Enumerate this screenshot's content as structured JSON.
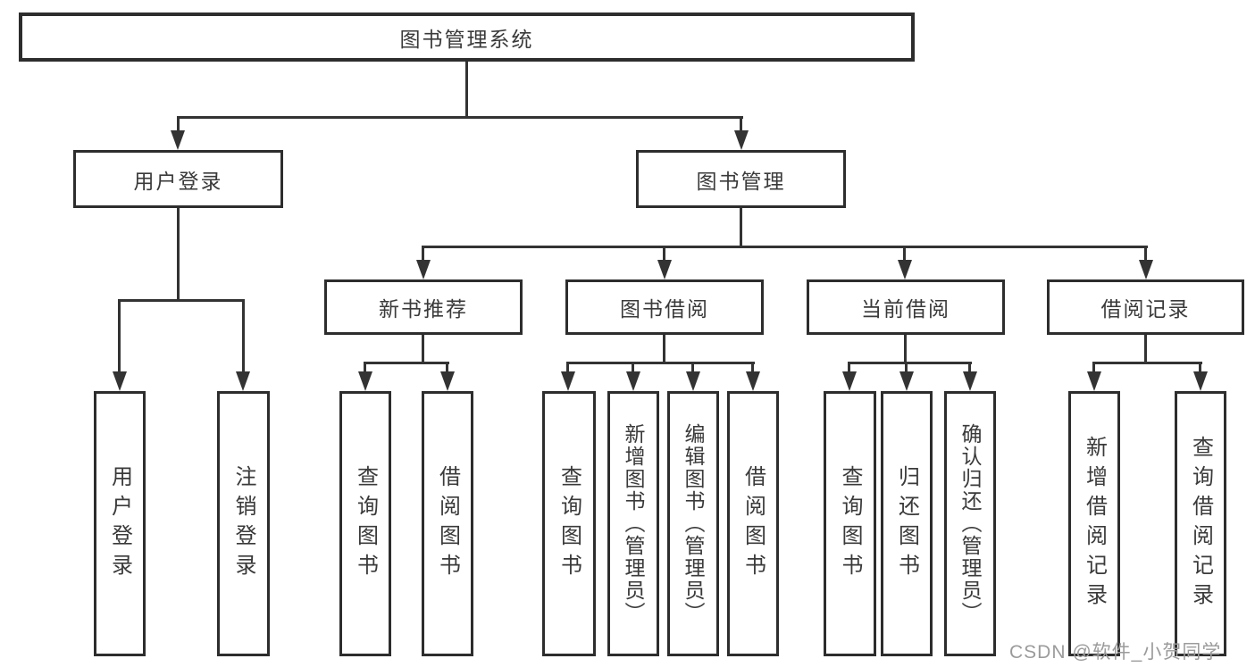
{
  "diagram_title": "图书管理系统",
  "nodes": {
    "root": "图书管理系统",
    "user_login": "用户登录",
    "book_mgmt": "图书管理",
    "new_book_rec": "新书推荐",
    "book_borrow": "图书借阅",
    "current_borrow": "当前借阅",
    "borrow_records": "借阅记录",
    "user_login_leaf": "用户登录",
    "logout_leaf": "注销登录",
    "query_book_rec": "查询图书",
    "borrow_book_rec": "借阅图书",
    "query_book_borrow": "查询图书",
    "add_book_admin": "新增图书（管理员）",
    "edit_book_admin": "编辑图书（管理员）",
    "borrow_book_leaf": "借阅图书",
    "query_book_current": "查询图书",
    "return_book": "归还图书",
    "confirm_return_admin": "确认归还（管理员）",
    "add_borrow_record": "新增借阅记录",
    "query_borrow_record": "查询借阅记录"
  },
  "watermark": "CSDN @软件_小贺同学",
  "colors": {
    "line": "#333333",
    "box_border": "#2d2d2d",
    "text": "#3a3a3a",
    "watermark": "#9b9b9b",
    "background": "#ffffff"
  }
}
